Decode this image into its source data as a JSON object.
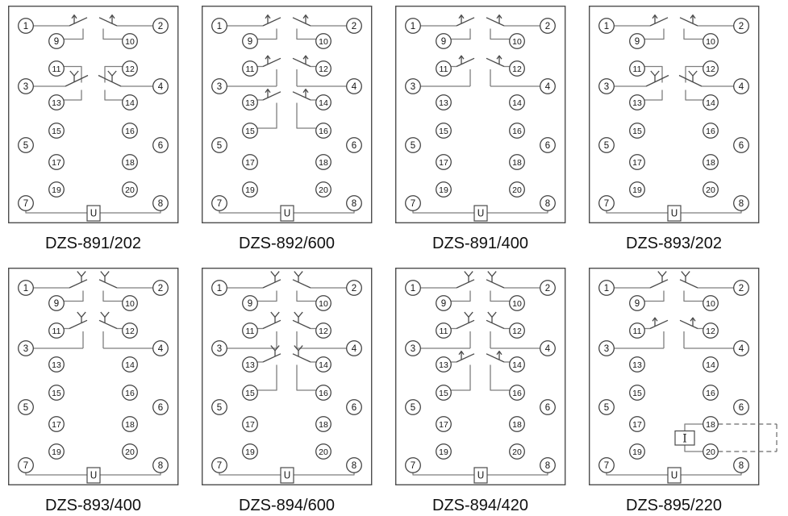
{
  "sheet": {
    "description": "Internal terminal wiring diagrams for DZS series relays, rear view",
    "rows": 2,
    "columns": 4
  },
  "colors": {
    "background": "#ffffff",
    "border": "#4e4e4e",
    "wire": "#7e7e7e",
    "contact": "#4a4a4a",
    "circle_stroke": "#3f3f3f",
    "circle_fill": "#ffffff",
    "number_text": "#141414",
    "coil_text": "#222222",
    "dashed_loop": "#6a6a6a",
    "label_text": "#101010"
  },
  "coils": {
    "voltage": "U",
    "current": "I"
  },
  "terminals": {
    "t1": "1",
    "t2": "2",
    "t3": "3",
    "t4": "4",
    "t5": "5",
    "t6": "6",
    "t7": "7",
    "t8": "8",
    "t9": "9",
    "t10": "10",
    "t11": "11",
    "t12": "12",
    "t13": "13",
    "t14": "14",
    "t15": "15",
    "t16": "16",
    "t17": "17",
    "t18": "18",
    "t19": "19",
    "t20": "20"
  },
  "panels": [
    {
      "label": "DZS-891/202",
      "groups": {
        "top": "no",
        "middle": "changeover",
        "third": "none"
      },
      "current_loop": false
    },
    {
      "label": "DZS-892/600",
      "groups": {
        "top": "no",
        "middle": "no",
        "third": "no"
      },
      "current_loop": false
    },
    {
      "label": "DZS-891/400",
      "groups": {
        "top": "no",
        "middle": "no",
        "third": "none"
      },
      "current_loop": false
    },
    {
      "label": "DZS-893/202",
      "groups": {
        "top": "no",
        "middle": "changeover",
        "third": "none"
      },
      "current_loop": false
    },
    {
      "label": "DZS-893/400",
      "groups": {
        "top": "nc",
        "middle": "nc",
        "third": "none"
      },
      "current_loop": false
    },
    {
      "label": "DZS-894/600",
      "groups": {
        "top": "nc",
        "middle": "nc",
        "third": "nc"
      },
      "current_loop": false
    },
    {
      "label": "DZS-894/420",
      "groups": {
        "top": "nc",
        "middle": "nc",
        "third": "no"
      },
      "current_loop": false
    },
    {
      "label": "DZS-895/220",
      "groups": {
        "top": "nc",
        "middle": "no",
        "third": "none"
      },
      "current_loop": true
    }
  ]
}
